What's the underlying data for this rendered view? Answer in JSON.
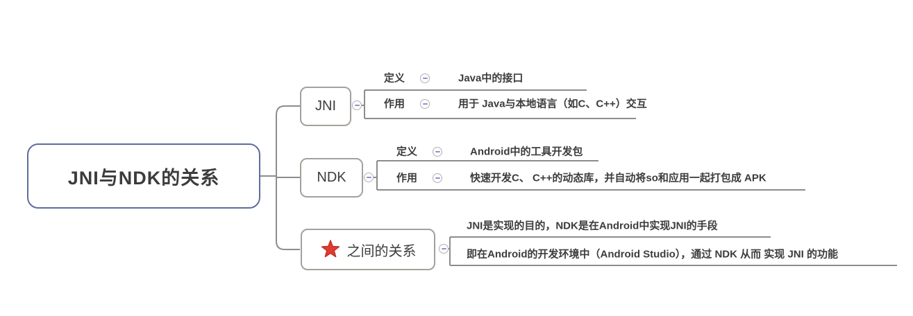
{
  "mindmap": {
    "root": {
      "label": "JNI与NDK的关系"
    },
    "branches": [
      {
        "label": "JNI",
        "children": [
          {
            "label": "定义",
            "value": "Java中的接口"
          },
          {
            "label": "作用",
            "value": "用于 Java与本地语言（如C、C++）交互"
          }
        ]
      },
      {
        "label": "NDK",
        "children": [
          {
            "label": "定义",
            "value": "Android中的工具开发包"
          },
          {
            "label": "作用",
            "value": "快速开发C、 C++的动态库，并自动将so和应用一起打包成 APK"
          }
        ]
      },
      {
        "label": "之间的关系",
        "icon": "red-star-icon",
        "children": [
          {
            "value": "JNI是实现的目的，NDK是在Android中实现JNI的手段"
          },
          {
            "value": "即在Android的开发环境中（Android Studio），通过 NDK 从而 实现 JNI 的功能"
          }
        ]
      }
    ]
  },
  "colors": {
    "root_border": "#5b6d9e",
    "branch_border": "#a5a09b",
    "connector_line": "#8c8c8c",
    "collapse_minus": "#8b90d9",
    "star_fill": "#e13b30",
    "star_stroke": "#c03128",
    "text": "#3c3c3c"
  }
}
